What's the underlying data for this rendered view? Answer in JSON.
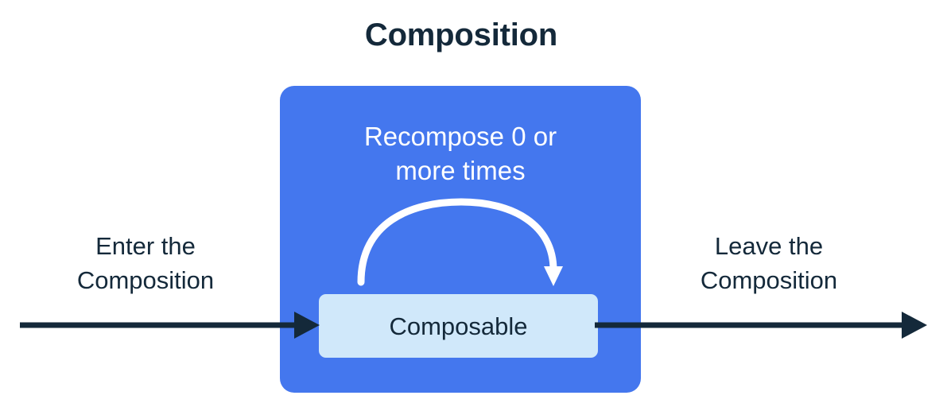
{
  "diagram": {
    "title": "Composition",
    "title_color": "#14293a",
    "background_color": "#ffffff"
  },
  "composition_region": {
    "name": "Composition",
    "fill_color": "#4477ee",
    "caption": "Recompose 0 or\nmore times",
    "caption_color": "#ffffff"
  },
  "recompose_loop": {
    "label": "recompose-loop-arrow",
    "stroke_color": "#ffffff",
    "direction": "clockwise"
  },
  "composable_node": {
    "label": "Composable",
    "fill_color": "#d0e8fa",
    "text_color": "#14293a"
  },
  "flow": {
    "arrow_color": "#14293a",
    "enter": {
      "label": "Enter the\nComposition",
      "icon": "arrow-right-icon"
    },
    "leave": {
      "label": "Leave the\nComposition",
      "icon": "arrow-right-icon"
    }
  }
}
